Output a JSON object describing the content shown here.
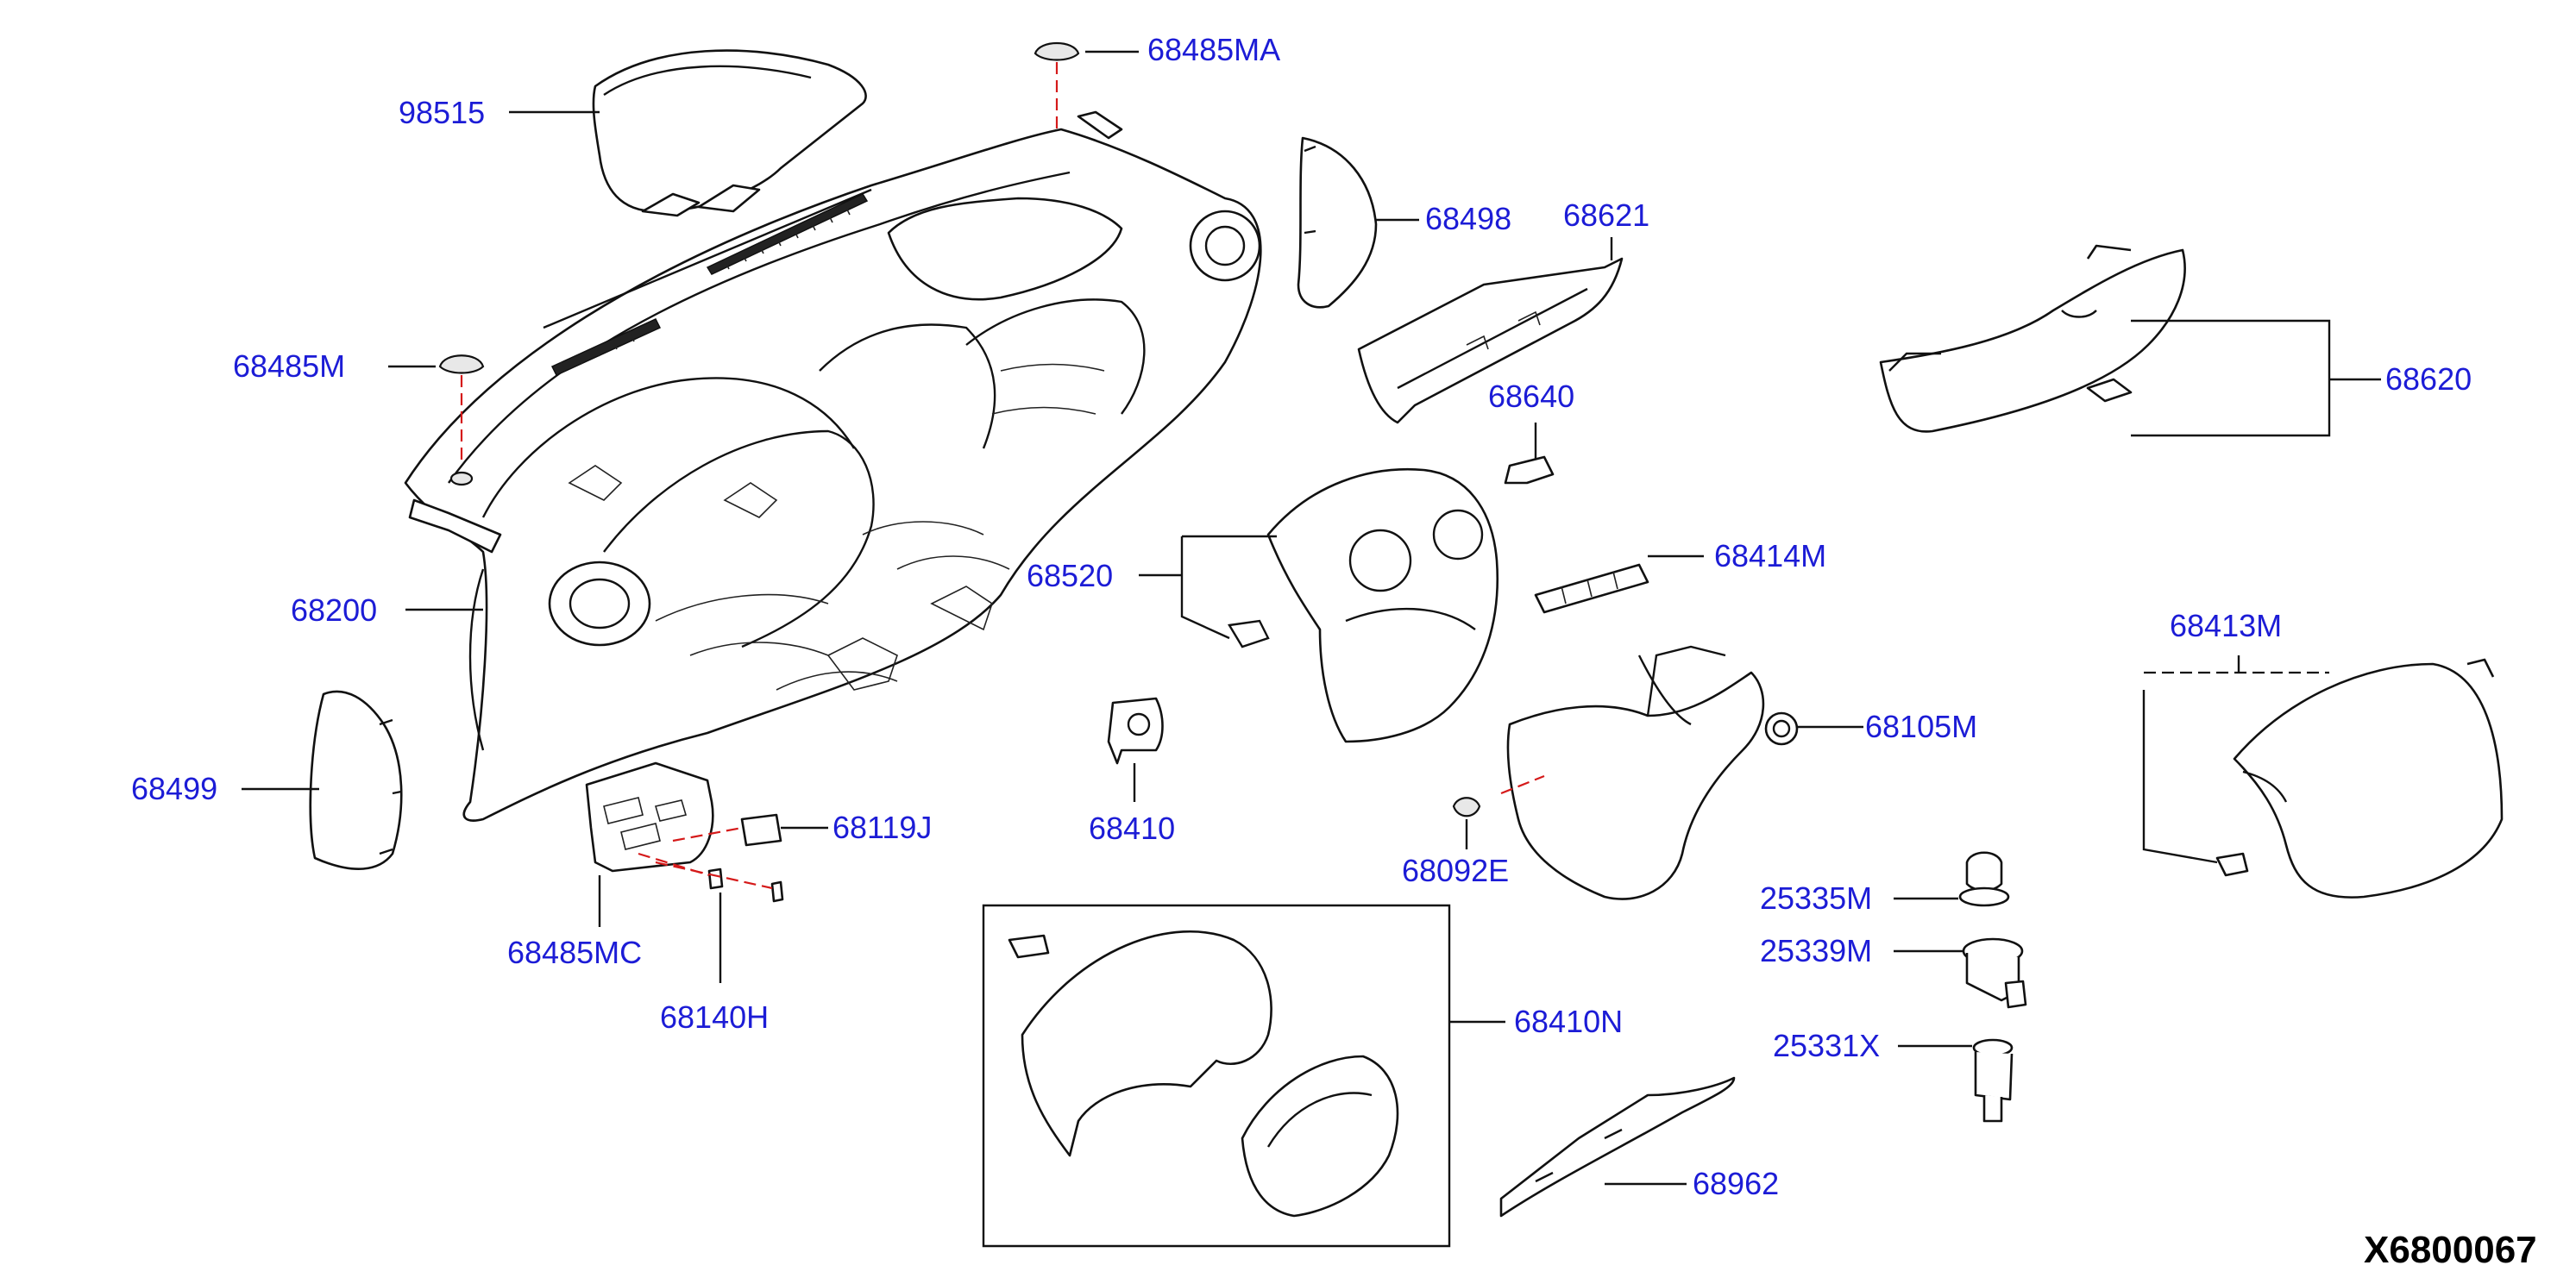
{
  "diagram": {
    "labels": [
      {
        "id": "p98515",
        "text": "98515"
      },
      {
        "id": "p68485MA",
        "text": "68485MA"
      },
      {
        "id": "p68498",
        "text": "68498"
      },
      {
        "id": "p68621",
        "text": "68621"
      },
      {
        "id": "p68485M",
        "text": "68485M"
      },
      {
        "id": "p68640",
        "text": "68640"
      },
      {
        "id": "p68620",
        "text": "68620"
      },
      {
        "id": "p68520",
        "text": "68520"
      },
      {
        "id": "p68414M",
        "text": "68414M"
      },
      {
        "id": "p68200",
        "text": "68200"
      },
      {
        "id": "p68413M",
        "text": "68413M"
      },
      {
        "id": "p68105M",
        "text": "68105M"
      },
      {
        "id": "p68499",
        "text": "68499"
      },
      {
        "id": "p68119J",
        "text": "68119J"
      },
      {
        "id": "p68410",
        "text": "68410"
      },
      {
        "id": "p68092E",
        "text": "68092E"
      },
      {
        "id": "p25335M",
        "text": "25335M"
      },
      {
        "id": "p68485MC",
        "text": "68485MC"
      },
      {
        "id": "p25339M",
        "text": "25339M"
      },
      {
        "id": "p68140H",
        "text": "68140H"
      },
      {
        "id": "p68410N",
        "text": "68410N"
      },
      {
        "id": "p25331X",
        "text": "25331X"
      },
      {
        "id": "p68962",
        "text": "68962"
      }
    ],
    "diagram_code": "X6800067",
    "colors": {
      "label": "#1c1cd6",
      "leader": "#111111",
      "hidden_line": "#d51a1a"
    }
  }
}
